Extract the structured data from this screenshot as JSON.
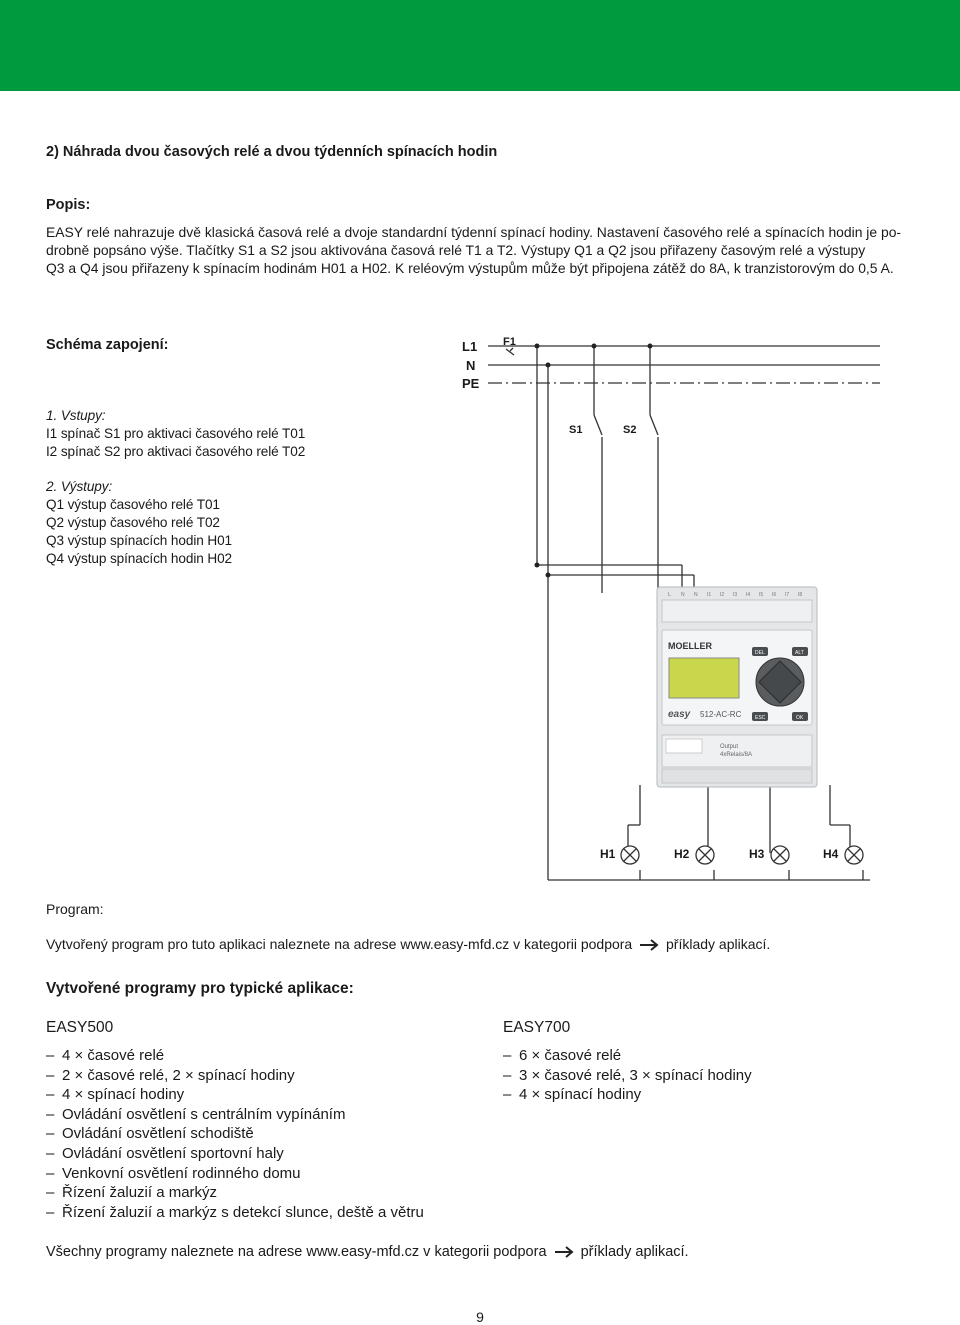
{
  "header": {
    "color": "#009a3e"
  },
  "heading": "2) Náhrada dvou časových relé a dvou týdenních spínacích hodin",
  "popis": {
    "label": "Popis:",
    "lines": [
      "EASY relé nahrazuje dvě klasická časová relé a dvoje standardní týdenní spínací hodiny. Nastavení časového relé a spínacích hodin je po-",
      "drobně popsáno výše. Tlačítky S1 a S2 jsou aktivována časová relé T1 a T2. Výstupy Q1 a Q2 jsou přiřazeny časovým relé a výstupy",
      "Q3 a Q4 jsou přiřazeny k spínacím hodinám H01 a H02. K reléovým výstupům může být připojena zátěž do 8A, k tranzistorovým do 0,5 A."
    ]
  },
  "schema": {
    "label": "Schéma zapojení:",
    "inputs_title": "1. Vstupy:",
    "inputs": [
      "I1 spínač S1 pro aktivaci časového relé T01",
      "I2 spínač S2 pro aktivaci časového relé T02"
    ],
    "outputs_title": "2. Výstupy:",
    "outputs": [
      "Q1 výstup časového relé T01",
      "Q2 výstup časového relé T02",
      "Q3 výstup spínacích hodin H01",
      "Q4 výstup spínacích hodin H02"
    ]
  },
  "diagram": {
    "rails": [
      "L1",
      "N",
      "PE"
    ],
    "fuse": "F1",
    "switches": [
      "S1",
      "S2"
    ],
    "lamps": [
      "H1",
      "H2",
      "H3",
      "H4"
    ],
    "terminals": [
      "L",
      "N",
      "N",
      "I1",
      "I2",
      "I3",
      "I4",
      "I5",
      "I6",
      "I7",
      "I8"
    ],
    "device": {
      "brand": "MOELLER",
      "logo": "easy",
      "model": "512-AC-RC",
      "buttons": [
        "DEL",
        "ALT",
        "ESC",
        "OK"
      ],
      "output_label_1": "Output",
      "output_label_2": "4xRelais/8A",
      "lcd_color": "#c9d84a",
      "body_color": "#e4e6e8"
    }
  },
  "program": {
    "label": "Program:",
    "text_before": "Vytvořený program pro tuto aplikaci naleznete na adrese www.easy-mfd.cz v kategorii podpora",
    "text_after": "příklady aplikací."
  },
  "typical": {
    "title": "Vytvořené programy pro typické aplikace:",
    "easy500": {
      "title": "EASY500",
      "items": [
        "4 × časové relé",
        "2 × časové relé, 2 × spínací hodiny",
        "4 × spínací hodiny",
        "Ovládání osvětlení s centrálním vypínáním",
        "Ovládání osvětlení schodiště",
        "Ovládání osvětlení sportovní haly",
        "Venkovní osvětlení rodinného domu",
        "Řízení žaluzií a markýz",
        "Řízení žaluzií a markýz s detekcí slunce, deště a větru"
      ]
    },
    "easy700": {
      "title": "EASY700",
      "items": [
        "6 × časové relé",
        "3 × časové relé, 3 × spínací hodiny",
        "4 × spínací hodiny"
      ]
    }
  },
  "footer_note": {
    "text_before": "Všechny programy naleznete na adrese www.easy-mfd.cz v kategorii podpora",
    "text_after": "příklady aplikací."
  },
  "page_number": "9"
}
